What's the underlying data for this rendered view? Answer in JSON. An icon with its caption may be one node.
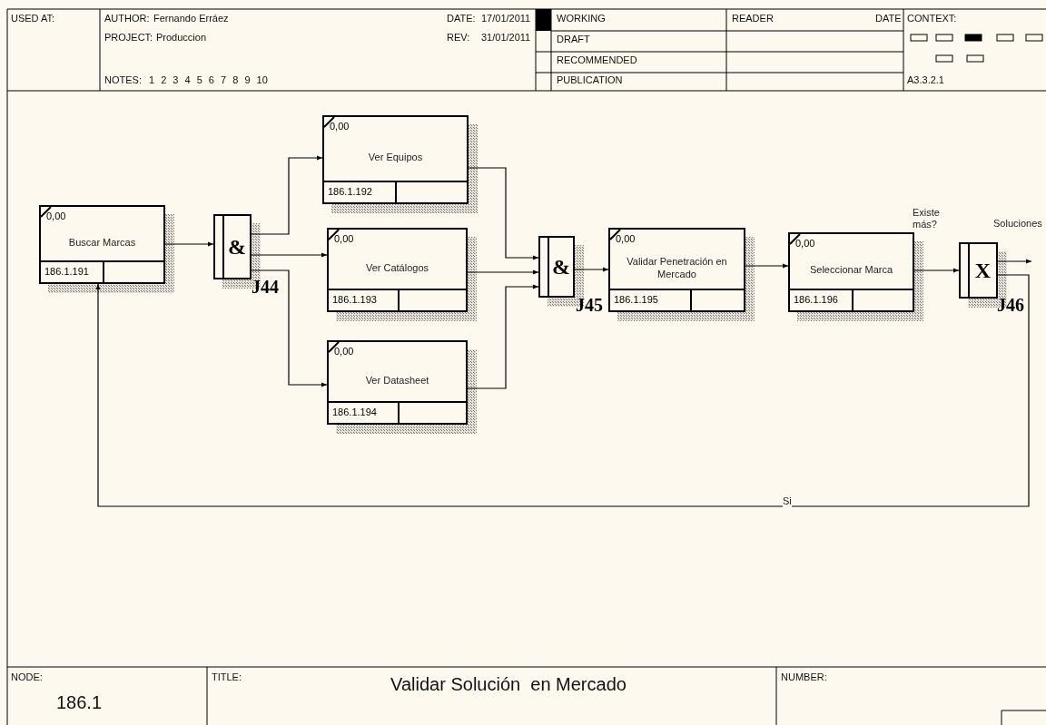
{
  "diagram": {
    "title": "Validar Solución  en Mercado",
    "nodes": [
      {
        "text": [
          "0,00",
          "Buscar Marcas",
          "186.1.191"
        ]
      },
      {
        "text": [
          "&"
        ],
        "beside": [
          "J44"
        ]
      },
      {
        "text": [
          "0,00",
          "Ver Equipos",
          "186.1.192"
        ]
      },
      {
        "text": [
          "0,00",
          "Ver Catálogos",
          "186.1.193"
        ]
      },
      {
        "text": [
          "0,00",
          "Ver Datasheet",
          "186.1.194"
        ]
      },
      {
        "text": [
          "&"
        ],
        "beside": [
          "J45"
        ]
      },
      {
        "text": [
          "0,00",
          "Validar Penetración en Mercado",
          "186.1.195"
        ]
      },
      {
        "text": [
          "0,00",
          "Seleccionar Marca",
          "186.1.196"
        ]
      },
      {
        "text": [
          "X"
        ],
        "beside": [
          "J46"
        ]
      }
    ],
    "edges": [
      {
        "from": 0,
        "to": 1,
        "arrow": "to"
      },
      {
        "from": 1,
        "to": 2,
        "arrow": "to"
      },
      {
        "from": 1,
        "to": 3,
        "arrow": "to"
      },
      {
        "from": 1,
        "to": 4,
        "arrow": "to"
      },
      {
        "from": 2,
        "to": 5,
        "arrow": "to"
      },
      {
        "from": 3,
        "to": 5,
        "arrow": "to"
      },
      {
        "from": 4,
        "to": 5,
        "arrow": "to"
      },
      {
        "from": 5,
        "to": 6,
        "arrow": "to"
      },
      {
        "from": 6,
        "to": 7,
        "arrow": "to"
      },
      {
        "from": 7,
        "to": 8,
        "label": "Existe más?",
        "arrow": "to"
      },
      {
        "from": 8,
        "to": null,
        "label": "Soluciones",
        "arrow": "to"
      },
      {
        "from": 8,
        "to": 0,
        "label": "Si",
        "arrow": "to"
      }
    ],
    "labels": [
      "USED AT:",
      "AUTHOR:",
      "Fernando Erráez",
      "DATE:",
      "17/01/2011",
      "PROJECT:",
      "Produccion",
      "REV:",
      "31/01/2011",
      "NOTES:",
      "1 2 3 4 5 6 7 8 9 10",
      "WORKING",
      "READER",
      "DATE",
      "CONTEXT:",
      "DRAFT",
      "RECOMMENDED",
      "PUBLICATION",
      "A3.3.2.1",
      "NODE:",
      "TITLE:",
      "NUMBER:",
      "186.1"
    ]
  }
}
